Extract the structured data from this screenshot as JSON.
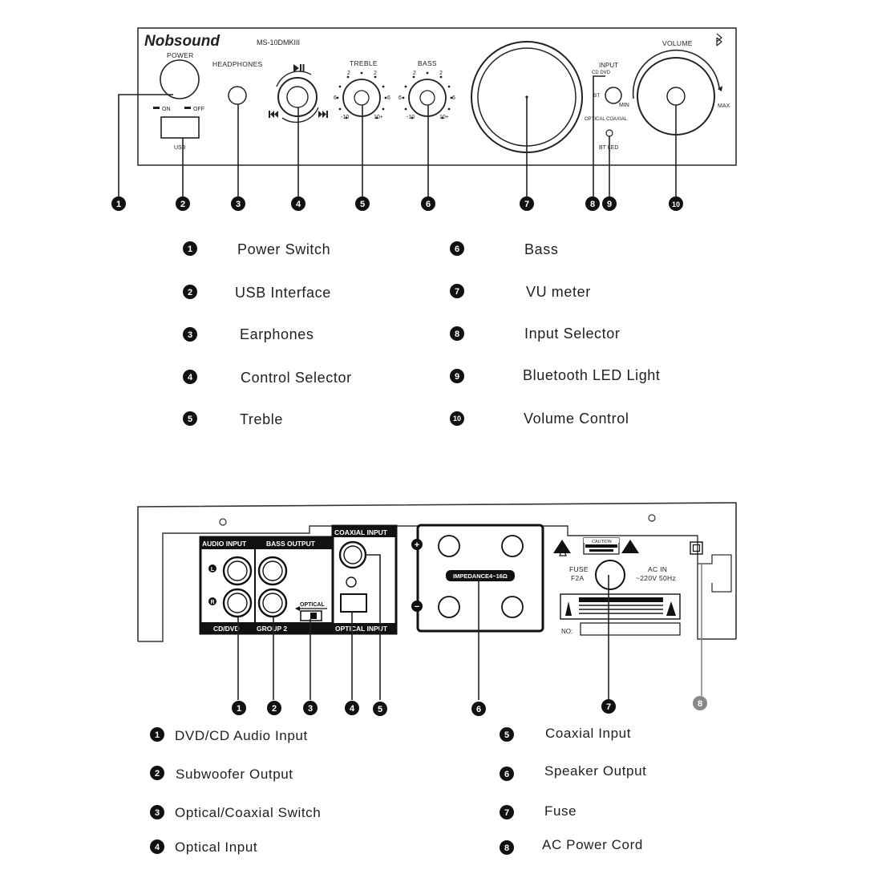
{
  "front_panel": {
    "brand": "Nobsound",
    "model": "MS-10DMKIII",
    "power_label": "POWER",
    "on_label": "ON",
    "off_label": "OFF",
    "usb_label": "USB",
    "headphones_label": "HEADPHONES",
    "treble_label": "TREBLE",
    "bass_label": "BASS",
    "volume_label": "VOLUME",
    "min_label": "MIN",
    "max_label": "MAX",
    "input_label": "INPUT",
    "cd_dvd_label": "CD DVD",
    "bt_label": "BT",
    "optical_coaxial_label": "OPTICAL COAXIAL",
    "bt_led_label": "BT LED",
    "scale_minus": "-10",
    "scale_plus": "10+",
    "scale_2": "2",
    "scale_6": "6",
    "callouts": [
      "1",
      "2",
      "3",
      "4",
      "5",
      "6",
      "7",
      "8",
      "9",
      "10"
    ]
  },
  "front_legend": [
    {
      "num": "1",
      "label": "Power Switch"
    },
    {
      "num": "2",
      "label": "USB Interface"
    },
    {
      "num": "3",
      "label": "Earphones"
    },
    {
      "num": "4",
      "label": "Control Selector"
    },
    {
      "num": "5",
      "label": "Treble"
    },
    {
      "num": "6",
      "label": "Bass"
    },
    {
      "num": "7",
      "label": "VU  meter"
    },
    {
      "num": "8",
      "label": "Input Selector"
    },
    {
      "num": "9",
      "label": "Bluetooth LED Light"
    },
    {
      "num": "10",
      "label": "Volume Control"
    }
  ],
  "rear_panel": {
    "audio_input_label": "AUDIO INPUT",
    "bass_output_label": "BASS OUTPUT",
    "coaxial_input_label": "COAXIAL INPUT",
    "optical_input_label": "OPTICAL INPUT",
    "cd_dvd_label": "CD/DVD",
    "group2_label": "GROUP 2",
    "optical_label": "OPTICAL",
    "coaxial_label": "COAXIAL",
    "left_label": "L",
    "right_label": "R",
    "plus_label": "+",
    "minus_label": "−",
    "impedance_label": "IMPEDANCE4~16Ω",
    "caution_label": "CAUTION",
    "fuse_label": "FUSE",
    "fuse_rating": "F2A",
    "ac_in_label": "AC IN",
    "ac_rating": "~220V 50Hz",
    "no_label": "NO:",
    "callouts": [
      "1",
      "2",
      "3",
      "4",
      "5",
      "6",
      "7",
      "8"
    ]
  },
  "rear_legend": [
    {
      "num": "1",
      "label": "DVD/CD Audio Input"
    },
    {
      "num": "2",
      "label": "Subwoofer Output"
    },
    {
      "num": "3",
      "label": "Optical/Coaxial Switch"
    },
    {
      "num": "4",
      "label": "Optical Input"
    },
    {
      "num": "5",
      "label": "Coaxial Input"
    },
    {
      "num": "6",
      "label": "Speaker Output"
    },
    {
      "num": "7",
      "label": "Fuse"
    },
    {
      "num": "8",
      "label": "AC  Power Cord"
    }
  ]
}
